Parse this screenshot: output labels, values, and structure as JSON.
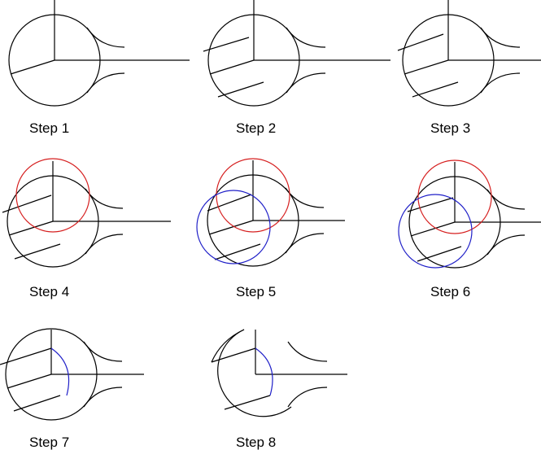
{
  "steps": [
    {
      "label": "Step 1"
    },
    {
      "label": "Step 2"
    },
    {
      "label": "Step 3"
    },
    {
      "label": "Step 4"
    },
    {
      "label": "Step 5"
    },
    {
      "label": "Step 6"
    },
    {
      "label": "Step 7"
    },
    {
      "label": "Step 8"
    }
  ],
  "colors": {
    "line": "#000000",
    "red_circle": "#d62020",
    "blue_circle": "#2020c8"
  }
}
